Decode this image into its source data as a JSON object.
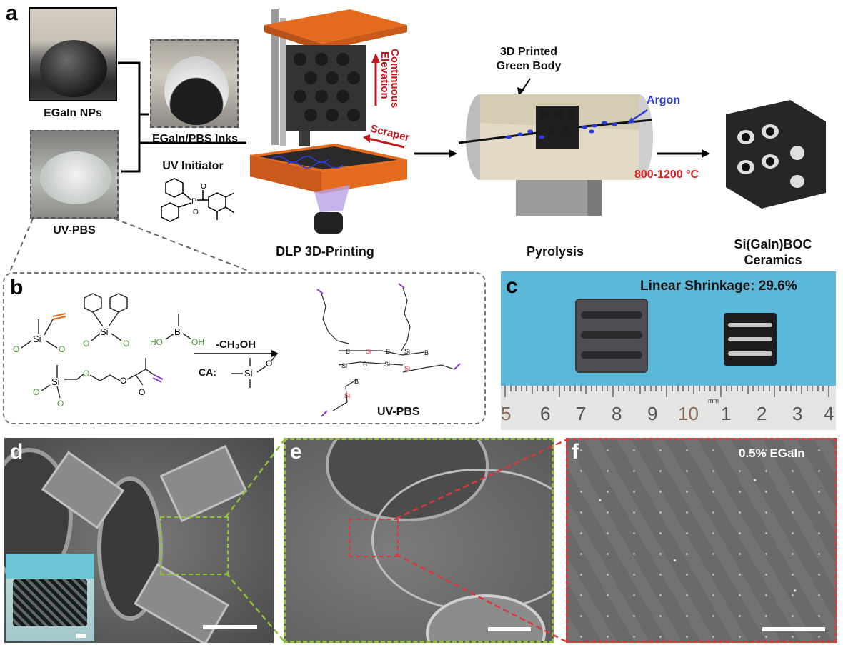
{
  "panels": {
    "a": "a",
    "b": "b",
    "c": "c",
    "d": "d",
    "e": "e",
    "f": "f"
  },
  "panel_a": {
    "egain_nps": "EGaIn NPs",
    "uv_pbs": "UV-PBS",
    "inks": "EGaIn/PBS Inks",
    "uv_initiator": "UV Initiator",
    "continuous": "Continuous",
    "elevation": "Elevation",
    "scraper": "Scraper",
    "dlp": "DLP 3D-Printing",
    "green_body_1": "3D Printed",
    "green_body_2": "Green Body",
    "argon": "Argon",
    "temperature": "800-1200 °C",
    "pyrolysis": "Pyrolysis",
    "ceramics_1": "Si(GaIn)BOC",
    "ceramics_2": "Ceramics",
    "initiator_atoms": {
      "p": "P",
      "o1": "O",
      "o2": "O"
    }
  },
  "panel_b": {
    "reaction": "-CH₃OH",
    "ca_label": "CA:",
    "product": "UV-PBS",
    "si": "Si",
    "b": "B",
    "o": "O",
    "oh": "OH",
    "ho": "HO"
  },
  "panel_c": {
    "shrinkage": "Linear Shrinkage: 29.6%",
    "ruler_numbers": [
      "5",
      "6",
      "7",
      "8",
      "9",
      "10",
      "1",
      "2",
      "3",
      "4"
    ],
    "ruler_unit": "mm"
  },
  "panel_f": {
    "label": "0.5% EGaIn"
  },
  "colors": {
    "accent_red": "#c0191e",
    "argon_blue": "#2e3bd6",
    "printer_orange": "#e46a1e",
    "zoom_green": "#8fbf3a",
    "zoom_red": "#d9393a",
    "ruler_cyan": "#5bb8d8"
  }
}
